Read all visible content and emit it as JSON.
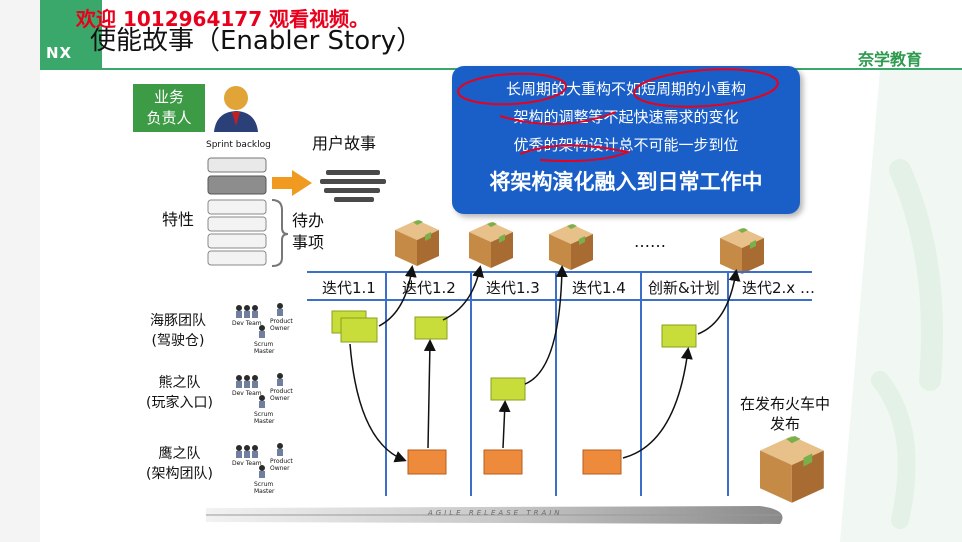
{
  "header": {
    "watermark": "欢迎 1012964177 观看视频。",
    "title": "使能故事（Enabler Story）",
    "brand": "奈学教育",
    "logo_text": "NX"
  },
  "left": {
    "business_owner": [
      "业务",
      "负责人"
    ],
    "sprint_backlog": "Sprint backlog",
    "user_story": "用户故事",
    "feature": "特性",
    "backlog_items": [
      "待办",
      "事项"
    ]
  },
  "callout": {
    "lines": [
      "长周期的大重构不如短周期的小重构",
      "架构的调整等不起快速需求的变化",
      "优秀的架构设计总不可能一步到位"
    ],
    "headline": "将架构演化融入到日常工作中"
  },
  "iterations": [
    "迭代1.1",
    "迭代1.2",
    "迭代1.3",
    "迭代1.4",
    "创新&计划",
    "迭代2.x …"
  ],
  "ellipsis": "……",
  "teams": [
    {
      "name": "海豚团队",
      "sub": "(驾驶仓)"
    },
    {
      "name": "熊之队",
      "sub": "(玩家入口)"
    },
    {
      "name": "鹰之队",
      "sub": "(架构团队)"
    }
  ],
  "team_roles": {
    "dev": "Dev Team",
    "po": [
      "Product",
      "Owner"
    ],
    "sm": [
      "Scrum",
      "Master"
    ]
  },
  "release": [
    "在发布火车中",
    "发布"
  ],
  "train_label": "AGILE RELEASE TRAIN",
  "colors": {
    "brand_green": "#3aa86a",
    "callout_blue": "#1a5fc8",
    "annotation_red": "#e8001c",
    "story_green": "#c8dd3a",
    "enabler_orange": "#ee8a3c",
    "lane_blue": "#3b6fc8"
  }
}
